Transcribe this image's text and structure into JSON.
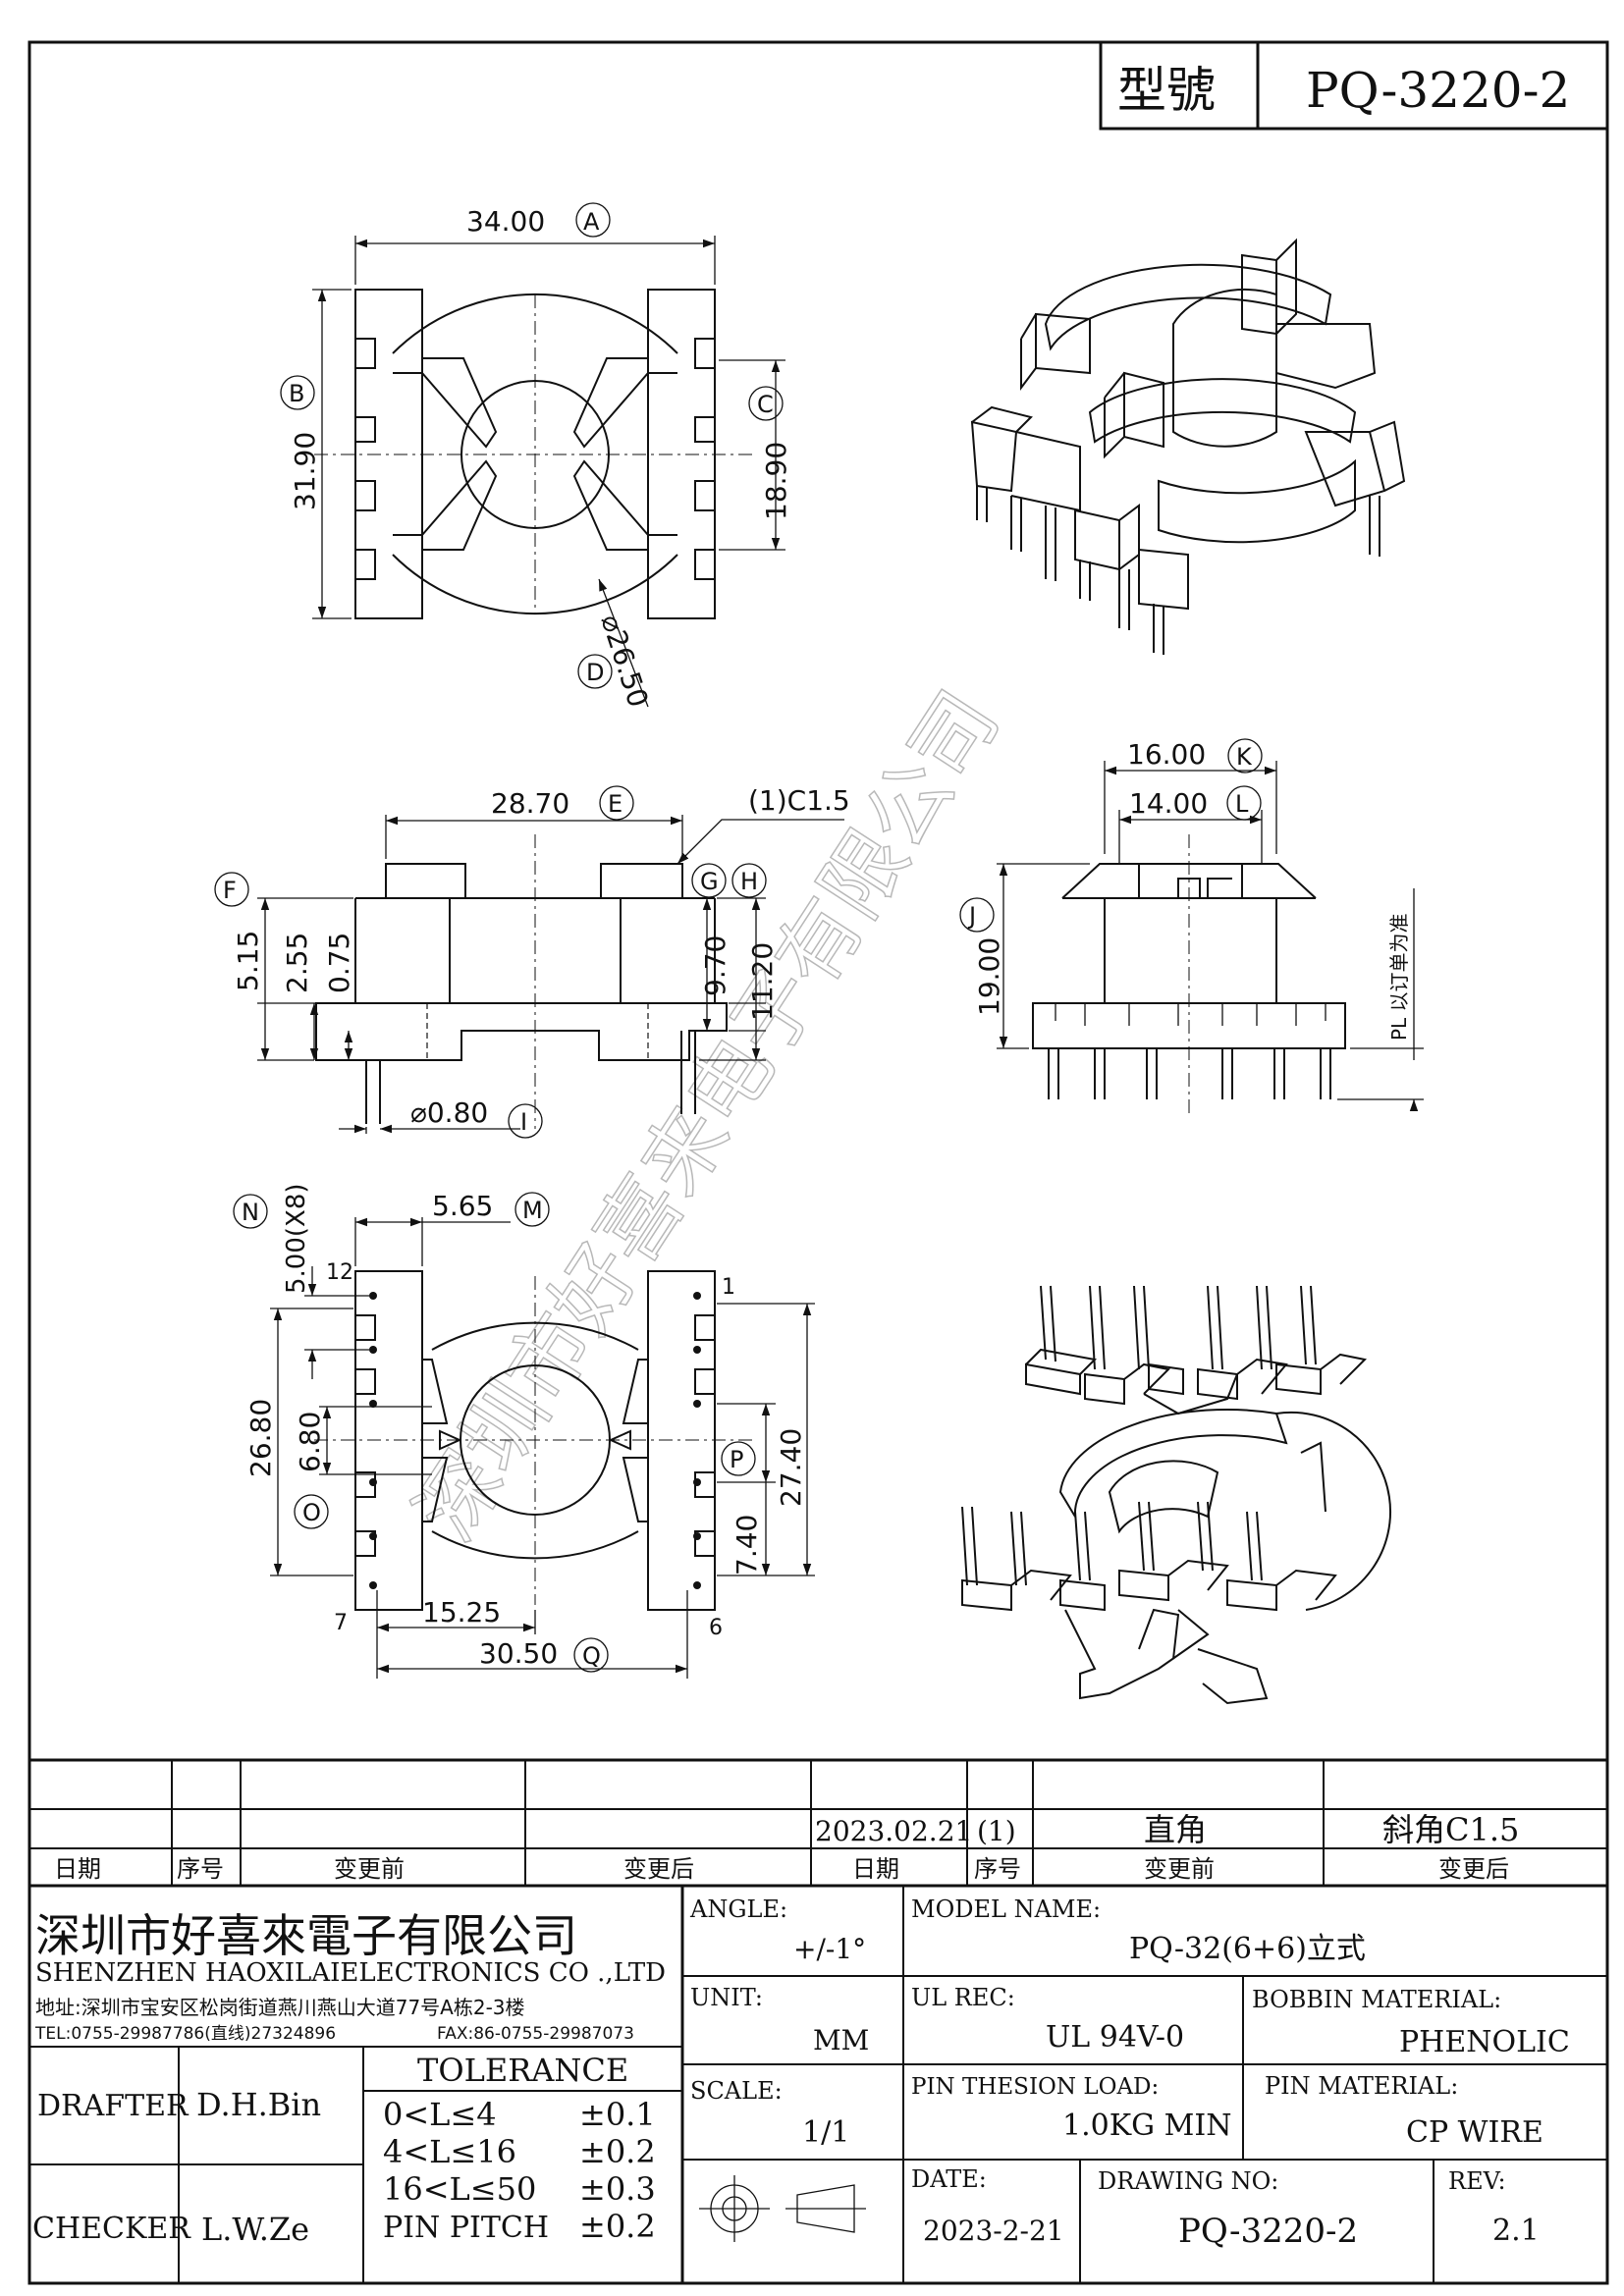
{
  "header": {
    "model_label": "型號",
    "model_no": "PQ-3220-2"
  },
  "watermark": "深圳市好喜来电子有限公司",
  "top_view": {
    "width": "34.00",
    "width_ref": "A",
    "height": "31.90",
    "height_ref": "B",
    "inner": "18.90",
    "inner_ref": "C",
    "diameter": "⌀26.50",
    "diameter_ref": "D"
  },
  "side_view": {
    "width": "28.70",
    "width_ref": "E",
    "chamfer": "(1)C1.5",
    "f_ref": "F",
    "g_ref": "G",
    "h_ref": "H",
    "i_ref": "I",
    "d515": "5.15",
    "d255": "2.55",
    "d075": "0.75",
    "d970": "9.70",
    "d1120": "11.20",
    "pin_dia": "⌀0.80"
  },
  "front_view": {
    "d1600": "16.00",
    "k_ref": "K",
    "d1400": "14.00",
    "l_ref": "L",
    "d1900": "19.00",
    "j_ref": "J",
    "note": "PL 以订单为准"
  },
  "bottom_view": {
    "pitch": "5.00(X8)",
    "n_ref": "N",
    "d565": "5.65",
    "m_ref": "M",
    "d2680": "26.80",
    "d680": "6.80",
    "o_ref": "O",
    "d2740": "27.40",
    "d740": "7.40",
    "p_ref": "P",
    "d1525": "15.25",
    "d3050": "30.50",
    "q_ref": "Q",
    "pin1": "1",
    "pin6": "6",
    "pin7": "7",
    "pin12": "12"
  },
  "revision_table": {
    "row_date": "2023.02.21",
    "row_no": "(1)",
    "row_before": "直角",
    "row_after": "斜角C1.5",
    "headers": [
      "日期",
      "序号",
      "变更前",
      "变更后",
      "日期",
      "序号",
      "变更前",
      "变更后"
    ]
  },
  "title_block": {
    "company_cn": "深圳市好喜來電子有限公司",
    "company_en": "SHENZHEN HAOXILAIELECTRONICS CO .,LTD",
    "address": "地址:深圳市宝安区松岗街道燕川燕山大道77号A栋2-3楼",
    "tel": "TEL:0755-29987786(直线)27324896",
    "fax": "FAX:86-0755-29987073",
    "angle_label": "ANGLE:",
    "angle_value": "+/-1°",
    "model_name_label": "MODEL NAME:",
    "model_name_value": "PQ-32(6+6)立式",
    "unit_label": "UNIT:",
    "unit_value": "MM",
    "ul_label": "UL REC:",
    "ul_value": "UL 94V-0",
    "bobbin_label": "BOBBIN MATERIAL:",
    "bobbin_value": "PHENOLIC",
    "scale_label": "SCALE:",
    "scale_value": "1/1",
    "load_label": "PIN THESION LOAD:",
    "load_value": "1.0KG MIN",
    "pin_mat_label": "PIN MATERIAL:",
    "pin_mat_value": "CP  WIRE",
    "date_label": "DATE:",
    "date_value": "2023-2-21",
    "drawing_label": "DRAWING NO:",
    "drawing_value": "PQ-3220-2",
    "rev_label": "REV:",
    "rev_value": "2.1",
    "drafter_label": "DRAFTER",
    "drafter_name": "D.H.Bin",
    "checker_label": "CHECKER",
    "checker_name": "L.W.Ze",
    "tolerance_title": "TOLERANCE",
    "tol_rows": [
      {
        "range": "0<L≤4",
        "value": "±0.1"
      },
      {
        "range": "4<L≤16",
        "value": "±0.2"
      },
      {
        "range": "16<L≤50",
        "value": "±0.3"
      },
      {
        "range": "PIN PITCH",
        "value": "±0.2"
      }
    ]
  }
}
